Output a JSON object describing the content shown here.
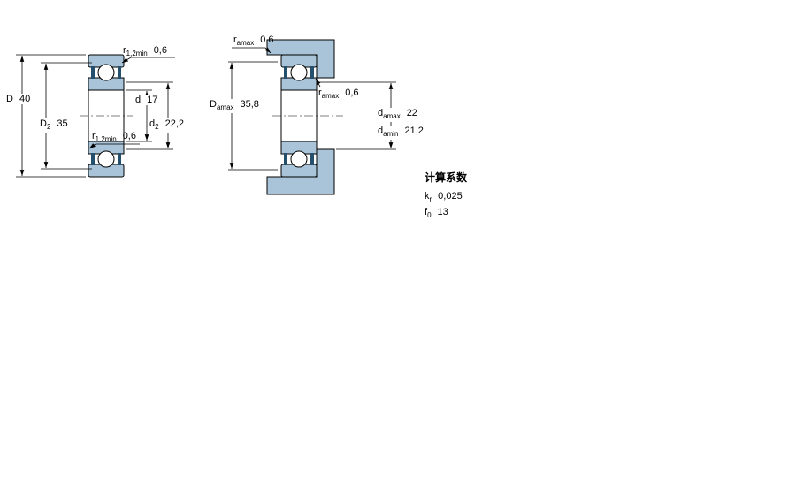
{
  "drawing": {
    "colors": {
      "ring_fill": "#a9c4d8",
      "seal_fill": "#24506e",
      "line": "#000000"
    },
    "left_view": {
      "labels": {
        "D": {
          "base": "D",
          "sub": "",
          "value": "40"
        },
        "D2": {
          "base": "D",
          "sub": "2",
          "value": "35"
        },
        "r12_top": {
          "base": "r",
          "sub": "1,2min",
          "value": "0,6"
        },
        "d": {
          "base": "d",
          "sub": "",
          "value": "17"
        },
        "d2": {
          "base": "d",
          "sub": "2",
          "value": "22,2"
        },
        "r12_bottom": {
          "base": "r",
          "sub": "1,2min",
          "value": "0,6"
        }
      }
    },
    "right_view": {
      "labels": {
        "ra_top": {
          "base": "r",
          "sub": "amax",
          "value": "0,6"
        },
        "Da": {
          "base": "D",
          "sub": "amax",
          "value": "35,8"
        },
        "ra_mid": {
          "base": "r",
          "sub": "amax",
          "value": "0,6"
        },
        "da_max": {
          "base": "d",
          "sub": "amax",
          "value": "22"
        },
        "da_min": {
          "base": "d",
          "sub": "amin",
          "value": "21,2"
        }
      }
    },
    "factors": {
      "title": "计算系数",
      "kr": {
        "base": "k",
        "sub": "r",
        "value": "0,025"
      },
      "f0": {
        "base": "f",
        "sub": "0",
        "value": "13"
      }
    }
  }
}
